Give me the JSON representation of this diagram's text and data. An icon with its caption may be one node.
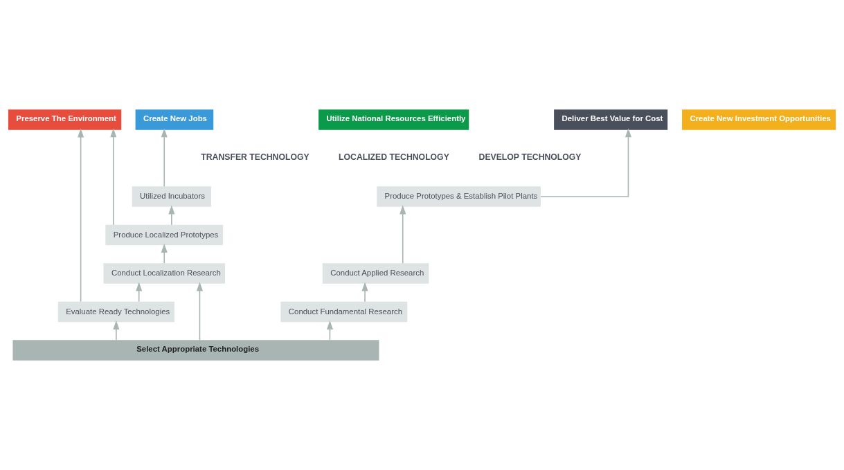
{
  "diagram": {
    "nodes": [
      {
        "text": [
          "Utilize National Resources Efficiently"
        ]
      },
      {
        "text": [
          "Preserve The Environment"
        ]
      },
      {
        "text": [
          "Create New Investment Opportunities"
        ]
      },
      {
        "text": [
          "Create New Jobs"
        ]
      },
      {
        "text": [
          "Deliver Best Value for Cost"
        ]
      },
      {
        "text": [
          "Utilized Incubators"
        ]
      },
      {
        "text": [
          "Evaluate Ready Technologies"
        ]
      },
      {
        "text": [
          "Produce Localized Prototypes"
        ]
      },
      {
        "text": [
          "Conduct Localization Research"
        ]
      },
      {
        "text": [
          "Produce Prototypes & Establish Pilot Plants"
        ]
      },
      {
        "text": [
          "Conduct Applied Research"
        ]
      },
      {
        "text": [
          "Conduct Fundamental Research"
        ]
      },
      {
        "text": [
          "Select Appropriate Technologies"
        ]
      }
    ],
    "edges": [
      {
        "from": 6,
        "to": 1,
        "arrow": "to"
      },
      {
        "from": 7,
        "to": 1,
        "arrow": "to"
      },
      {
        "from": 5,
        "to": 3,
        "arrow": "to"
      },
      {
        "from": 9,
        "to": 4,
        "arrow": "to"
      },
      {
        "from": 7,
        "to": 5,
        "arrow": "to"
      },
      {
        "from": 8,
        "to": 7,
        "arrow": "to"
      },
      {
        "from": 6,
        "to": 8,
        "arrow": "to"
      },
      {
        "from": 10,
        "to": 9,
        "arrow": "to"
      },
      {
        "from": 11,
        "to": 10,
        "arrow": "to"
      },
      {
        "from": 12,
        "to": 6,
        "arrow": "to"
      },
      {
        "from": 12,
        "to": 8,
        "arrow": "to"
      },
      {
        "from": 12,
        "to": 11,
        "arrow": "to"
      }
    ],
    "labels": [
      "TRANSFER TECHNOLOGY",
      "LOCALIZED TECHNOLOGY",
      "DEVELOP TECHNOLOGY"
    ]
  }
}
